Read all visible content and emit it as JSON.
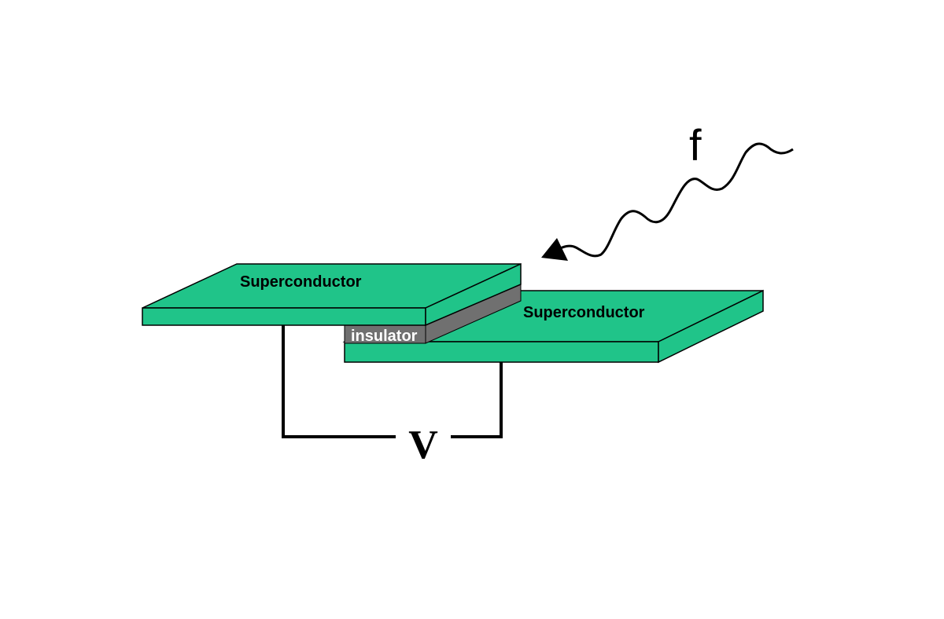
{
  "labels": {
    "top_plate": "Superconductor",
    "bottom_plate": "Superconductor",
    "insulator": "insulator",
    "frequency": "f",
    "voltage": "V"
  },
  "colors": {
    "superconductor": "#20c489",
    "insulator": "#707070",
    "line": "#000000",
    "background": "#ffffff"
  }
}
